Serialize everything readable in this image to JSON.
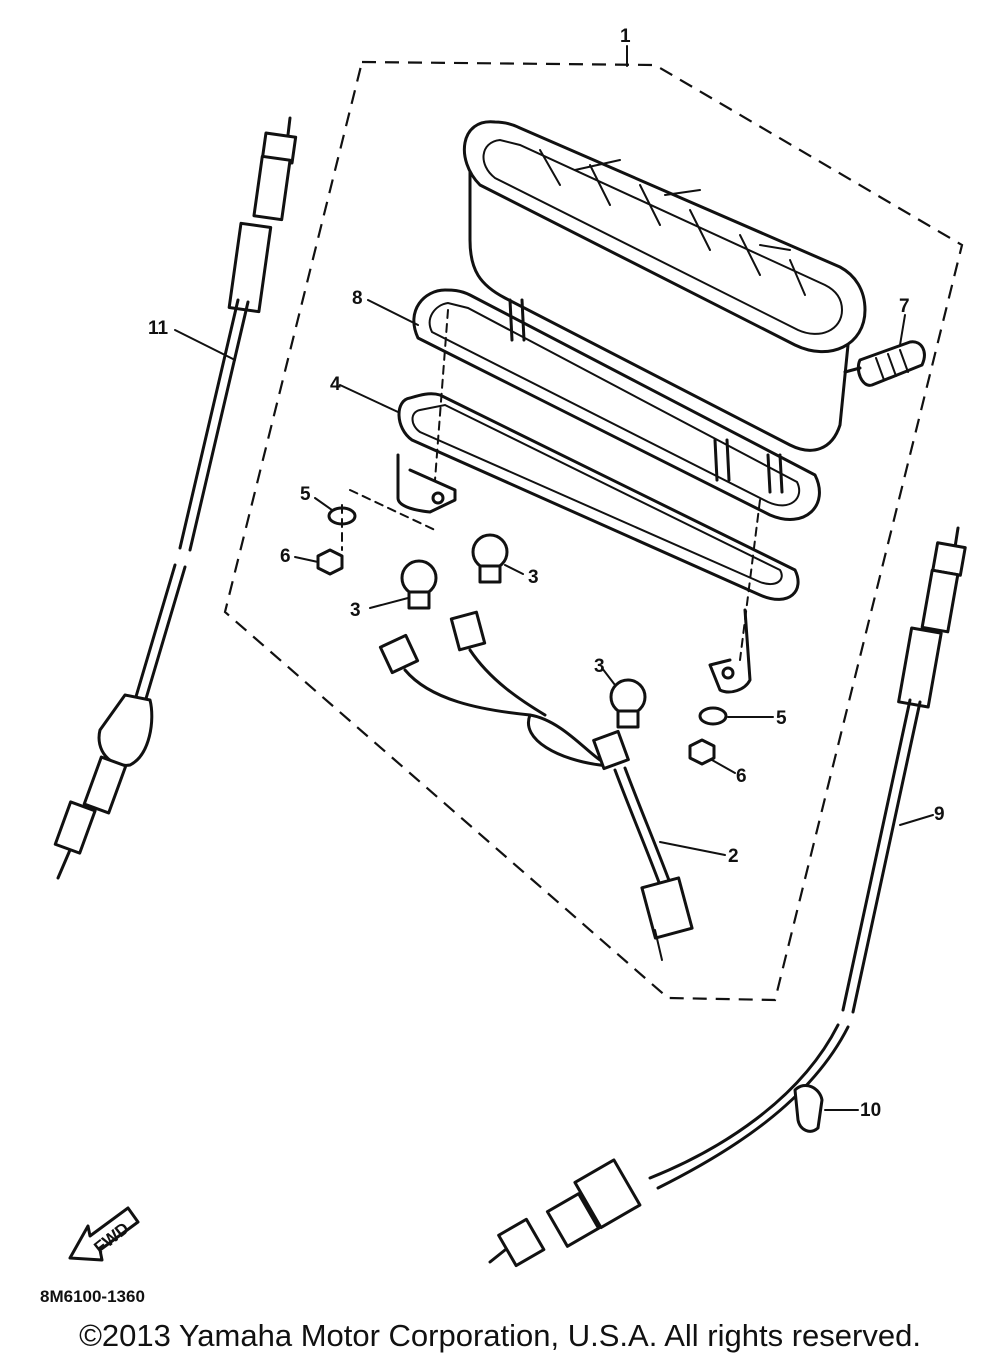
{
  "diagram": {
    "labels": {
      "l1": "1",
      "l2": "2",
      "l3a": "3",
      "l3b": "3",
      "l3c": "3",
      "l4": "4",
      "l5a": "5",
      "l5b": "5",
      "l6a": "6",
      "l6b": "6",
      "l7": "7",
      "l8": "8",
      "l9": "9",
      "l10": "10",
      "l11": "11"
    },
    "fwd_text": "FWD",
    "drawing_code": "8M6100-1360"
  },
  "footer": {
    "copyright": "©2013 Yamaha Motor Corporation, U.S.A. All rights reserved."
  }
}
